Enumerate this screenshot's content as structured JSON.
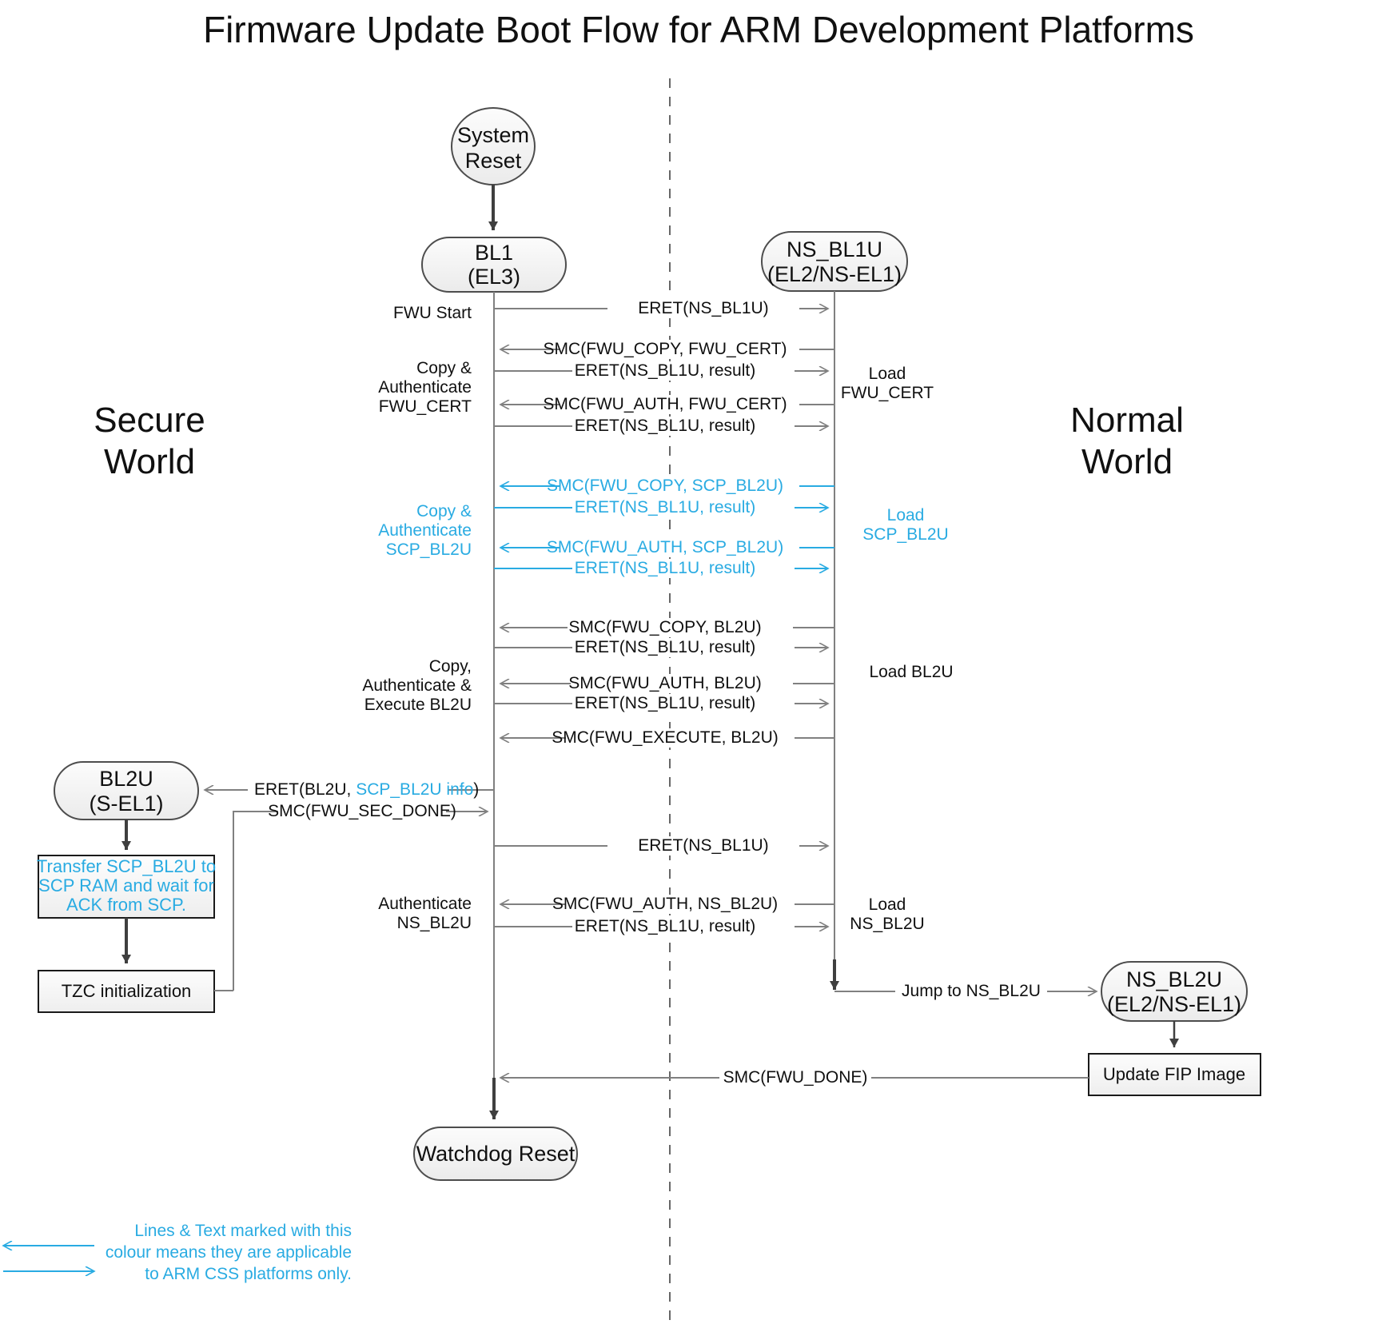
{
  "title": "Firmware Update Boot Flow for ARM Development Platforms",
  "colors": {
    "cyan_accent": "#29ABE2",
    "line_gray": "#808080",
    "line_dark": "#3f3f3f",
    "node_fill": "#f2f2f2",
    "text": "#101010"
  },
  "worlds": {
    "secure_line1": "Secure",
    "secure_line2": "World",
    "normal_line1": "Normal",
    "normal_line2": "World"
  },
  "nodes": {
    "system_reset": {
      "line1": "System",
      "line2": "Reset",
      "shape": "ellipse"
    },
    "bl1": {
      "line1": "BL1",
      "line2": "(EL3)",
      "shape": "rounded-rect"
    },
    "ns_bl1u": {
      "line1": "NS_BL1U",
      "line2": "(EL2/NS-EL1)",
      "shape": "rounded-rect"
    },
    "bl2u": {
      "line1": "BL2U",
      "line2": "(S-EL1)",
      "shape": "rounded-rect"
    },
    "ns_bl2u": {
      "line1": "NS_BL2U",
      "line2": "(EL2/NS-EL1)",
      "shape": "rounded-rect"
    },
    "watchdog_reset": {
      "line1": "Watchdog Reset",
      "shape": "rounded-rect"
    }
  },
  "process_boxes": {
    "transfer_scp": {
      "line1": "Transfer SCP_BL2U to",
      "line2": "SCP RAM and wait for",
      "line3": "ACK from SCP.",
      "color": "cyan"
    },
    "tzc_init": {
      "line1": "TZC initialization",
      "color": "black"
    },
    "update_fip": {
      "line1": "Update FIP Image",
      "color": "black"
    }
  },
  "messages": [
    {
      "label": "ERET(NS_BL1U)",
      "direction": "right",
      "color": "black"
    },
    {
      "label": "SMC(FWU_COPY, FWU_CERT)",
      "direction": "left",
      "color": "black"
    },
    {
      "label": "ERET(NS_BL1U, result)",
      "direction": "right",
      "color": "black"
    },
    {
      "label": "SMC(FWU_AUTH, FWU_CERT)",
      "direction": "left",
      "color": "black"
    },
    {
      "label": "ERET(NS_BL1U, result)",
      "direction": "right",
      "color": "black"
    },
    {
      "label": "SMC(FWU_COPY, SCP_BL2U)",
      "direction": "left",
      "color": "cyan"
    },
    {
      "label": "ERET(NS_BL1U, result)",
      "direction": "right",
      "color": "cyan"
    },
    {
      "label": "SMC(FWU_AUTH, SCP_BL2U)",
      "direction": "left",
      "color": "cyan"
    },
    {
      "label": "ERET(NS_BL1U, result)",
      "direction": "right",
      "color": "cyan"
    },
    {
      "label": "SMC(FWU_COPY, BL2U)",
      "direction": "left",
      "color": "black"
    },
    {
      "label": "ERET(NS_BL1U, result)",
      "direction": "right",
      "color": "black"
    },
    {
      "label": "SMC(FWU_AUTH, BL2U)",
      "direction": "left",
      "color": "black"
    },
    {
      "label": "ERET(NS_BL1U, result)",
      "direction": "right",
      "color": "black"
    },
    {
      "label": "SMC(FWU_EXECUTE, BL2U)",
      "direction": "left",
      "color": "black"
    },
    {
      "label": "ERET(NS_BL1U)",
      "direction": "right",
      "color": "black"
    },
    {
      "label": "SMC(FWU_AUTH, NS_BL2U)",
      "direction": "left",
      "color": "black"
    },
    {
      "label": "ERET(NS_BL1U, result)",
      "direction": "right",
      "color": "black"
    },
    {
      "label": "Jump to NS_BL2U",
      "direction": "right",
      "color": "black"
    },
    {
      "label": "SMC(FWU_DONE)",
      "direction": "left",
      "color": "black"
    }
  ],
  "bl2u_messages": {
    "eret_bl2u_prefix": "ERET(BL2U, ",
    "eret_bl2u_cyan": "SCP_BL2U info",
    "eret_bl2u_suffix": ")",
    "smc_sec_done": "SMC(FWU_SEC_DONE)"
  },
  "left_annotations": [
    {
      "lines": [
        "FWU Start"
      ],
      "color": "black"
    },
    {
      "lines": [
        "Copy &",
        "Authenticate",
        "FWU_CERT"
      ],
      "color": "black"
    },
    {
      "lines": [
        "Copy &",
        "Authenticate",
        "SCP_BL2U"
      ],
      "color": "cyan"
    },
    {
      "lines": [
        "Copy,",
        "Authenticate &",
        "Execute BL2U"
      ],
      "color": "black"
    },
    {
      "lines": [
        "Authenticate",
        "NS_BL2U"
      ],
      "color": "black"
    }
  ],
  "right_annotations": [
    {
      "lines": [
        "Load",
        "FWU_CERT"
      ],
      "color": "black"
    },
    {
      "lines": [
        "Load",
        "SCP_BL2U"
      ],
      "color": "cyan"
    },
    {
      "lines": [
        "Load BL2U"
      ],
      "color": "black"
    },
    {
      "lines": [
        "Load",
        "NS_BL2U"
      ],
      "color": "black"
    }
  ],
  "legend": {
    "line1": "Lines & Text marked with this",
    "line2": "colour means they are applicable",
    "line3": "to ARM CSS platforms only."
  }
}
